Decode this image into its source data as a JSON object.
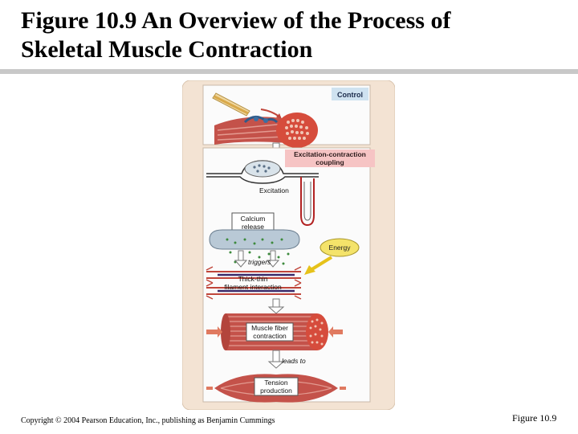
{
  "slide": {
    "title_line1": "Figure 10.9  An Overview of the Process of",
    "title_line2": "Skeletal Muscle Contraction",
    "copyright": "Copyright © 2004 Pearson Education, Inc., publishing as Benjamin Cummings",
    "figure_label": "Figure 10.9"
  },
  "diagram": {
    "control": "Control",
    "ecc_line1": "Excitation-contraction",
    "ecc_line2": "coupling",
    "excitation": "Excitation",
    "calcium_line1": "Calcium",
    "calcium_line2": "release",
    "energy": "Energy",
    "triggers": "triggers",
    "thick_thin_line1": "Thick-thin",
    "thick_thin_line2": "filament interaction",
    "muscle_fiber_line1": "Muscle fiber",
    "muscle_fiber_line2": "contraction",
    "leads_to": "leads to",
    "tension_line1": "Tension",
    "tension_line2": "production"
  },
  "colors": {
    "panel_bg": "#f3e3d3",
    "inner_panel": "#fbfbfb",
    "label_box": "#cfe2f0",
    "pink_box": "#f6c4c4",
    "muscle_red": "#c4524a",
    "arrow_red": "#e07a60",
    "energy_yellow": "#f4e36a",
    "filament_purple": "#3a2a6a"
  }
}
